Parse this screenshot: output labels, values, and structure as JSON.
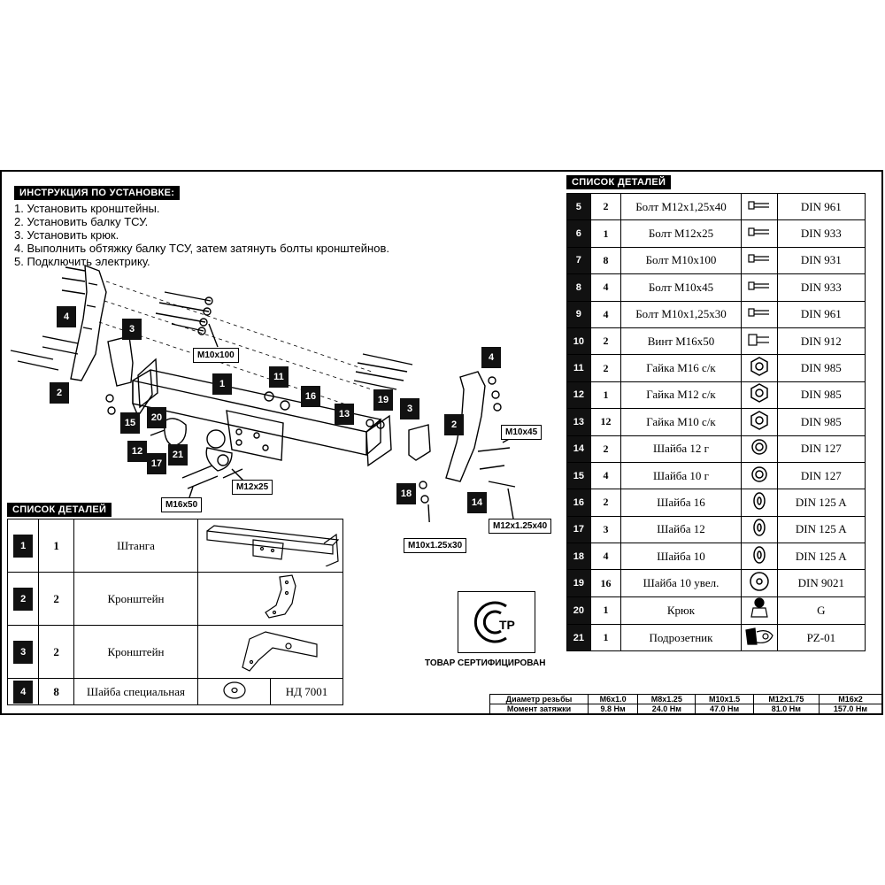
{
  "instructions": {
    "title": "ИНСТРУКЦИЯ ПО УСТАНОВКЕ:",
    "steps": [
      "1. Установить кронштейны.",
      "2. Установить балку ТСУ.",
      "3. Установить крюк.",
      "4. Выполнить обтяжку балку ТСУ, затем затянуть болты кронштейнов.",
      "5. Подключить электрику."
    ]
  },
  "callouts": {
    "m10x100": "M10x100",
    "m10x45": "M10x45",
    "m12x25": "M12x25",
    "m16x50": "M16x50",
    "m10x125x30": "M10x1.25x30",
    "m12x125x40": "M12x1.25x40"
  },
  "diagram_numbers": [
    "4",
    "3",
    "2",
    "1",
    "11",
    "16",
    "13",
    "19",
    "3",
    "2",
    "4",
    "15",
    "20",
    "12",
    "17",
    "21",
    "18",
    "14"
  ],
  "right_list": {
    "title": "СПИСОК ДЕТАЛЕЙ",
    "rows": [
      {
        "n": "5",
        "qty": "2",
        "name": "Болт М12х1,25х40",
        "icon": "bolt-icon",
        "std": "DIN 961"
      },
      {
        "n": "6",
        "qty": "1",
        "name": "Болт М12х25",
        "icon": "bolt-icon",
        "std": "DIN 933"
      },
      {
        "n": "7",
        "qty": "8",
        "name": "Болт М10х100",
        "icon": "bolt-icon",
        "std": "DIN 931"
      },
      {
        "n": "8",
        "qty": "4",
        "name": "Болт М10х45",
        "icon": "bolt-icon",
        "std": "DIN 933"
      },
      {
        "n": "9",
        "qty": "4",
        "name": "Болт М10х1,25х30",
        "icon": "bolt-icon",
        "std": "DIN 961"
      },
      {
        "n": "10",
        "qty": "2",
        "name": "Винт М16х50",
        "icon": "screw-icon",
        "std": "DIN 912"
      },
      {
        "n": "11",
        "qty": "2",
        "name": "Гайка М16 с/к",
        "icon": "nut-icon",
        "std": "DIN 985"
      },
      {
        "n": "12",
        "qty": "1",
        "name": "Гайка М12 с/к",
        "icon": "nut-icon",
        "std": "DIN 985"
      },
      {
        "n": "13",
        "qty": "12",
        "name": "Гайка М10 с/к",
        "icon": "nut-icon",
        "std": "DIN 985"
      },
      {
        "n": "14",
        "qty": "2",
        "name": "Шайба 12 г",
        "icon": "spring-washer-icon",
        "std": "DIN 127"
      },
      {
        "n": "15",
        "qty": "4",
        "name": "Шайба 10 г",
        "icon": "spring-washer-icon",
        "std": "DIN 127"
      },
      {
        "n": "16",
        "qty": "2",
        "name": "Шайба 16",
        "icon": "washer-icon",
        "std": "DIN 125 A"
      },
      {
        "n": "17",
        "qty": "3",
        "name": "Шайба 12",
        "icon": "washer-icon",
        "std": "DIN 125 A"
      },
      {
        "n": "18",
        "qty": "4",
        "name": "Шайба 10",
        "icon": "washer-icon",
        "std": "DIN 125 A"
      },
      {
        "n": "19",
        "qty": "16",
        "name": "Шайба 10 увел.",
        "icon": "large-washer-icon",
        "std": "DIN 9021"
      },
      {
        "n": "20",
        "qty": "1",
        "name": "Крюк",
        "icon": "hook-icon",
        "std": "G"
      },
      {
        "n": "21",
        "qty": "1",
        "name": "Подрозетник",
        "icon": "socket-plate-icon",
        "std": "PZ-01"
      }
    ]
  },
  "left_list": {
    "title": "СПИСОК ДЕТАЛЕЙ",
    "rows": [
      {
        "n": "1",
        "qty": "1",
        "name": "Штанга",
        "drawing": "beam-drawing",
        "std": ""
      },
      {
        "n": "2",
        "qty": "2",
        "name": "Кронштейн",
        "drawing": "bracket-drawing",
        "std": ""
      },
      {
        "n": "3",
        "qty": "2",
        "name": "Кронштейн",
        "drawing": "angle-bracket-drawing",
        "std": ""
      },
      {
        "n": "4",
        "qty": "8",
        "name": "Шайба специальная",
        "drawing": "special-washer-drawing",
        "std": "НД 7001"
      }
    ]
  },
  "certification": {
    "text": "ТОВАР СЕРТИФИЦИРОВАН",
    "logo_letters": "ТР"
  },
  "torque": {
    "row_labels": [
      "Диаметр резьбы",
      "Момент затяжки"
    ],
    "threads": [
      "M6x1.0",
      "M8x1.25",
      "M10x1.5",
      "M12x1.75",
      "M16x2"
    ],
    "values": [
      "9.8 Нм",
      "24.0 Нм",
      "47.0 Нм",
      "81.0 Нм",
      "157.0 Нм"
    ]
  }
}
